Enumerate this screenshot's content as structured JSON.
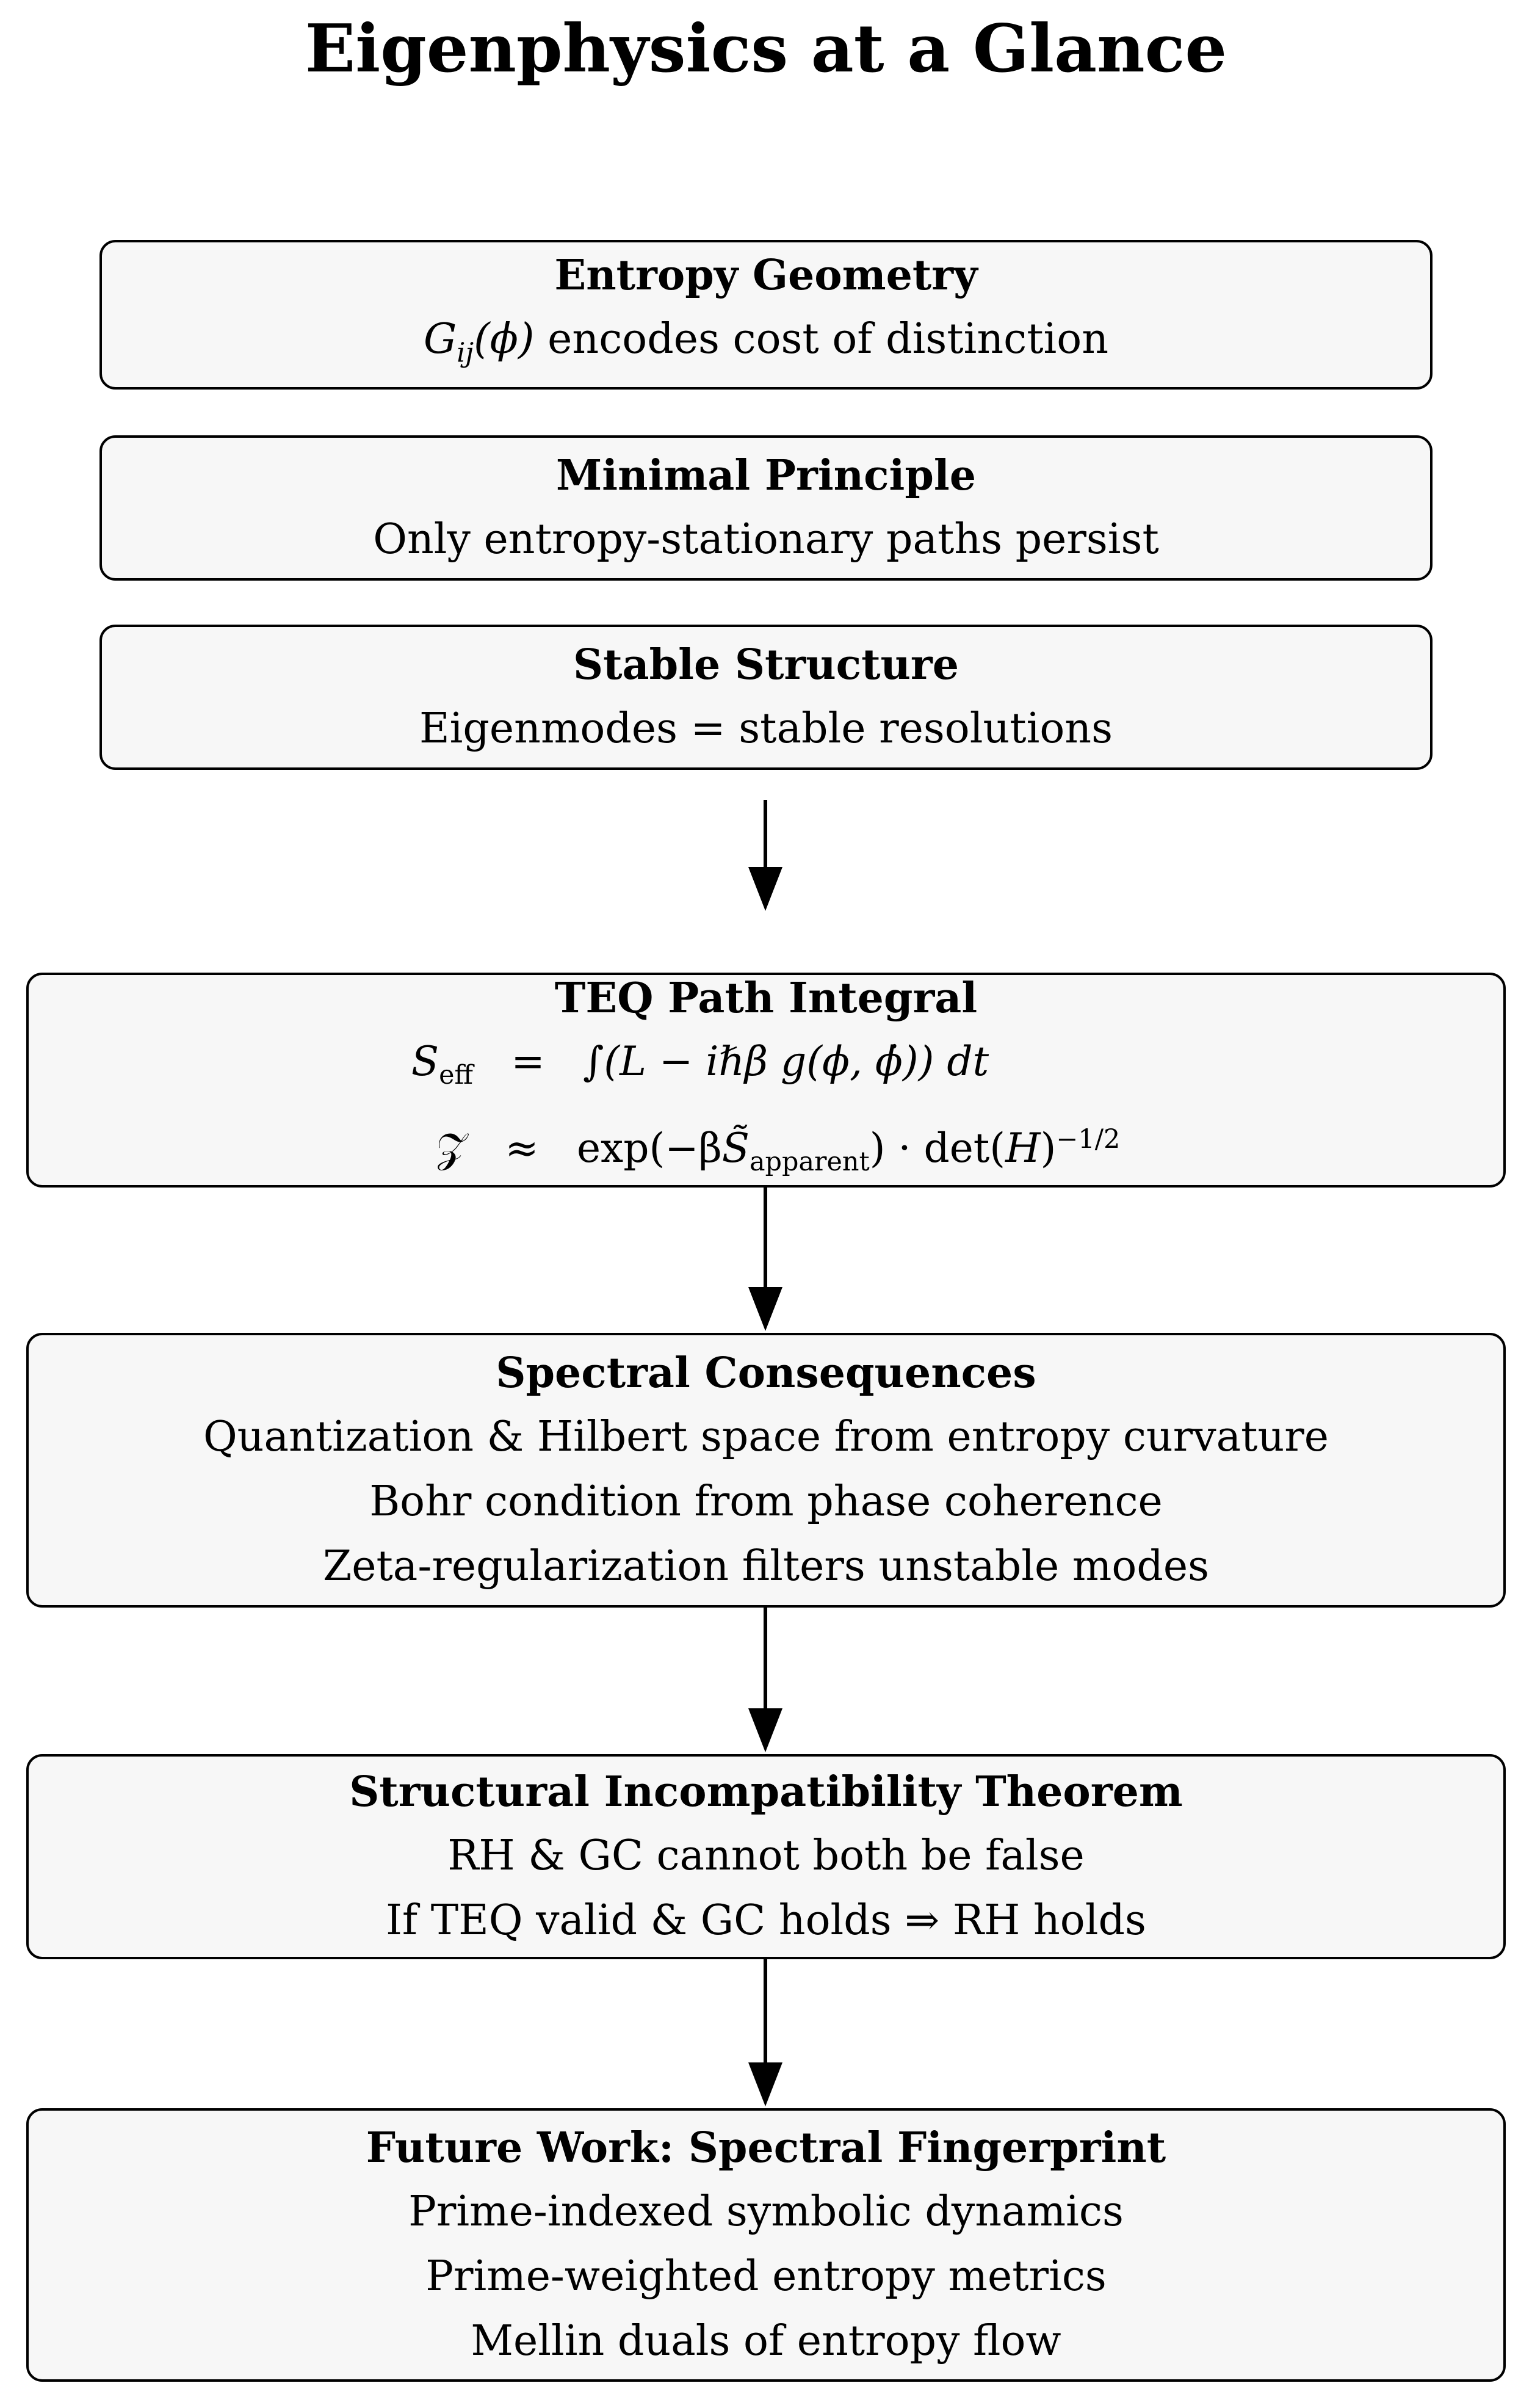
{
  "title": "Eigenphysics at a Glance",
  "boxes": {
    "entropy_geometry": {
      "title": "Entropy Geometry",
      "line1_symbol": "G",
      "line1_sub": "ij",
      "line1_arg": "(ϕ)",
      "line1_text": " encodes cost of distinction"
    },
    "minimal_principle": {
      "title": "Minimal Principle",
      "line1": "Only entropy-stationary paths persist"
    },
    "stable_structure": {
      "title": "Stable Structure",
      "line1": "Eigenmodes = stable resolutions"
    },
    "teq_path_integral": {
      "title": "TEQ Path Integral",
      "eq1": {
        "lhs": "S",
        "lhs_sub": "eff",
        "rel": "=",
        "rhs": "∫(L − iℏβ g(ϕ, ϕ̇)) dt"
      },
      "eq2": {
        "lhs": "𝒵",
        "rel": "≈",
        "rhs_a": "exp(−β",
        "rhs_tilde": "S̃",
        "rhs_sub": "apparent",
        "rhs_b": ") · det(",
        "rhs_c": "H",
        "rhs_d": ")",
        "rhs_sup": "−1/2"
      }
    },
    "spectral_consequences": {
      "title": "Spectral Consequences",
      "lines": [
        "Quantization & Hilbert space from entropy curvature",
        "Bohr condition from phase coherence",
        "Zeta-regularization filters unstable modes"
      ]
    },
    "structural_incompatibility": {
      "title": "Structural Incompatibility Theorem",
      "lines": [
        "RH & GC cannot both be false",
        "If TEQ valid & GC holds ⇒ RH holds"
      ]
    },
    "future_work": {
      "title": "Future Work: Spectral Fingerprint",
      "lines": [
        "Prime-indexed symbolic dynamics",
        "Prime-weighted entropy metrics",
        "Mellin duals of entropy flow"
      ]
    }
  }
}
